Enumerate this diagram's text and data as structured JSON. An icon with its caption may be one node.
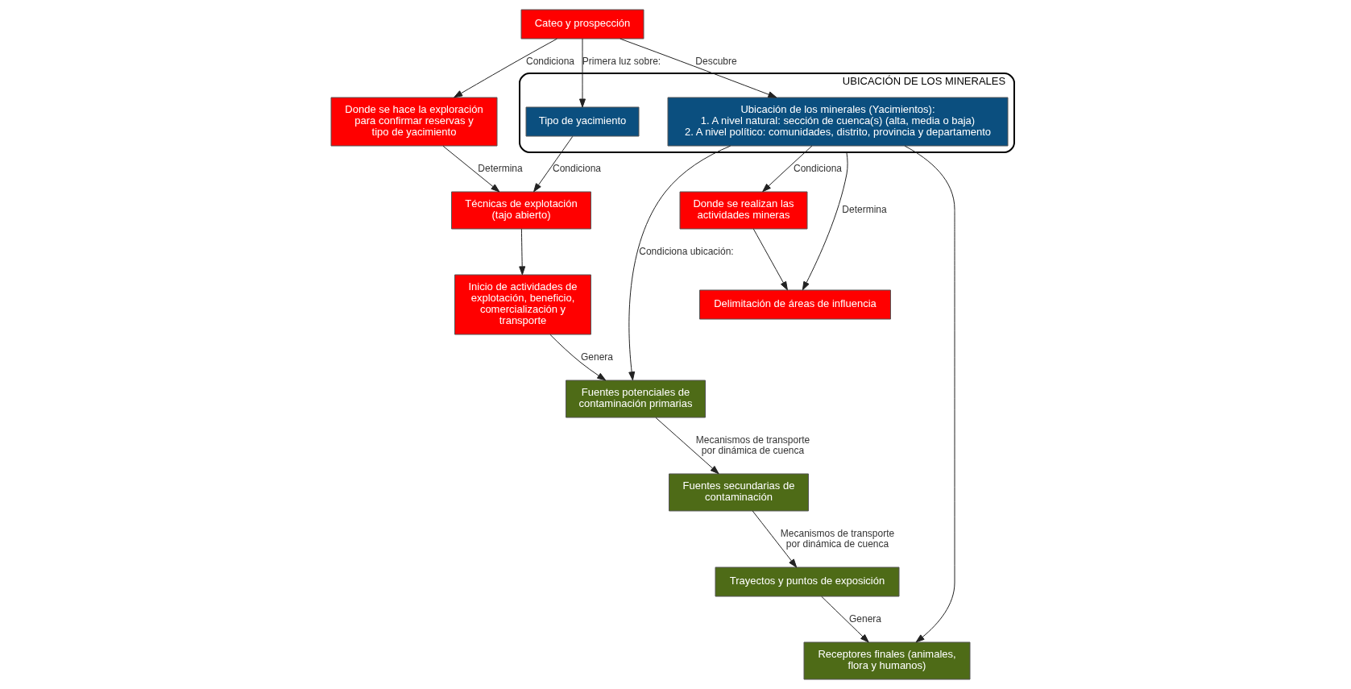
{
  "diagram": {
    "nodes": [
      {
        "text": [
          "Delimitación de áreas de influencia"
        ]
      },
      {
        "text": [
          "Cateo y prospección"
        ]
      },
      {
        "text": [
          "Donde se hace la exploración para confirmar reservas y tipo de yacimiento"
        ]
      },
      {
        "text": [
          "UBICACIÓN DE LOS MINERALES"
        ]
      },
      {
        "text": [
          "Ubicación de los minerales (Yacimientos):",
          "1. A nivel natural: sección de cuenca(s) (alta, media o baja)",
          "2. A nivel político: comunidades, distrito, provincia y departamento"
        ],
        "in": 3
      },
      {
        "text": [
          "Tipo de yacimiento"
        ],
        "in": 3
      },
      {
        "text": [
          "Donde se realizan las actividades mineras"
        ]
      },
      {
        "text": [
          "Técnicas de explotación (tajo abierto)"
        ]
      },
      {
        "text": [
          "Inicio de actividades de explotación, beneficio, comercialización y transporte"
        ]
      },
      {
        "text": [
          "Fuentes potenciales de contaminación primarias"
        ]
      },
      {
        "text": [
          "Receptores finales (animales, flora y humanos)"
        ]
      },
      {
        "text": [
          "Fuentes secundarias de contaminación"
        ]
      },
      {
        "text": [
          "Trayectos y puntos de exposición"
        ]
      }
    ],
    "edges": [
      {
        "from": 1,
        "to": 2,
        "arrow": "to",
        "label": "Condiciona"
      },
      {
        "from": 2,
        "to": 7,
        "arrow": "to",
        "label": "Determina"
      },
      {
        "from": 1,
        "to": 4,
        "arrow": "to",
        "label": "Descubre"
      },
      {
        "from": 1,
        "to": 5,
        "arrow": "to",
        "label": "Primera luz sobre:"
      },
      {
        "from": 5,
        "to": 7,
        "arrow": "to",
        "label": "Condiciona"
      },
      {
        "from": 7,
        "to": 8,
        "arrow": "to"
      },
      {
        "from": 4,
        "to": 6,
        "arrow": "to",
        "label": "Condiciona"
      },
      {
        "from": 3,
        "to": 0,
        "arrow": "to",
        "label": "Determina"
      },
      {
        "from": 6,
        "to": 0,
        "arrow": "to"
      },
      {
        "from": 4,
        "to": 9,
        "arrow": "to",
        "label": "Condiciona ubicación:"
      },
      {
        "from": 4,
        "to": 10,
        "arrow": "to"
      },
      {
        "from": 8,
        "to": 9,
        "arrow": "to",
        "label": "Genera"
      },
      {
        "from": 9,
        "to": 11,
        "arrow": "to",
        "label": "Mecanismos de transporte por dinámica de cuenca"
      },
      {
        "from": 11,
        "to": 12,
        "arrow": "to",
        "label": "Mecanismos de transporte por dinámica de cuenca"
      },
      {
        "from": 12,
        "to": 10,
        "arrow": "to",
        "label": "Genera"
      }
    ]
  }
}
